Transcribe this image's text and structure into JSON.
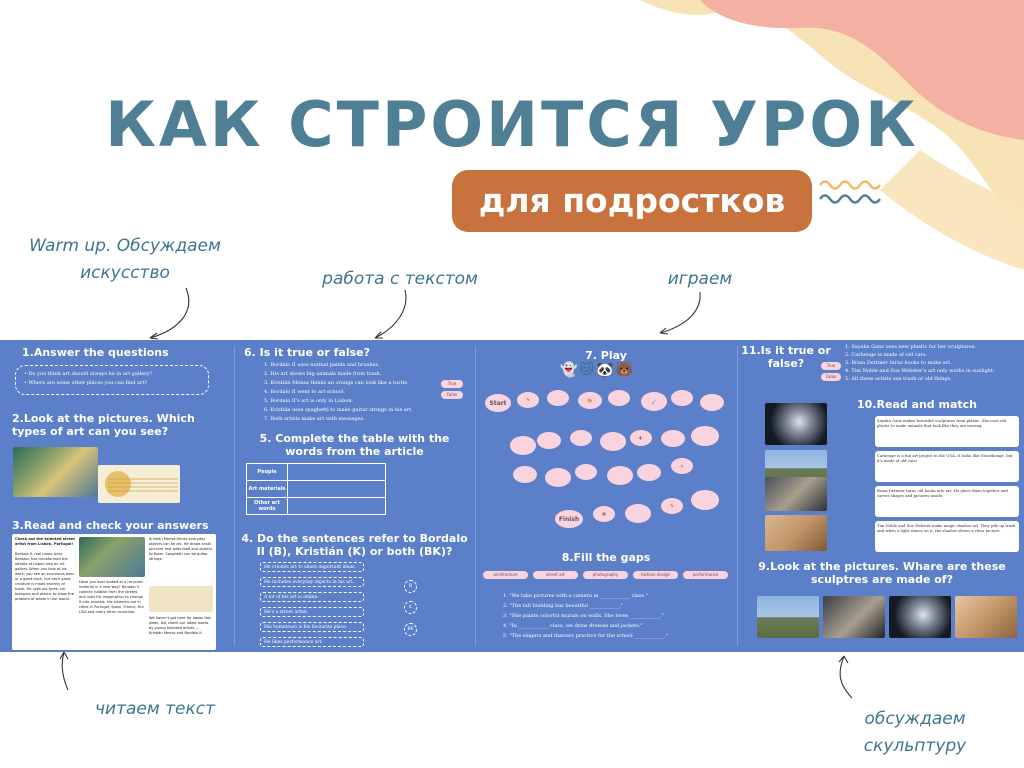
{
  "title": "КАК СТРОИТСЯ УРОК",
  "subtitle": "для подростков",
  "annotations": {
    "warmup": "Warm up. Обсуждаем искусство",
    "text_work": "работа с текстом",
    "play": "играем",
    "reading": "читаем текст",
    "sculpture": "обсуждаем скульптуру"
  },
  "board": {
    "s1": {
      "heading": "1.Answer the questions",
      "q1": "Do you think art should always be in art gallery?",
      "q2": "Where are some other places you can find art?"
    },
    "s2": {
      "heading": "2.Look at the pictures. Which types of art can you see?"
    },
    "s3": {
      "heading": "3.Read and check your answers",
      "article_title": "Check out the talented street artist from Lisbon, Portugal!",
      "col1": "Bordalo II, real name Artur Bordalo, has transformed the streets of Lisbon into an art gallery. When you look at his work, you see an enormous bear or a giant duck, but each giant creature is made entirely of trash. He uses old tyres, car bumpers and plastic to show the problem of waste in our world.",
      "col2": "Have you ever looked at a recycled material in a new way? Bordalo II collects rubbish from the streets and uses his imagination to change it into animals. His artworks are in cities in Portugal, Spain, France, the USA and many other countries.",
      "col3": "Kristián Mensa thinks everyday objects can be art. He draws small pictures and adds food and objects to them. Spaghetti can be guitar strings!",
      "col4": "We haven't got time for boxes this week, but check our latest works by young talented artists — Kristián Mensa and Bordalo II."
    },
    "s6": {
      "heading": "6. Is it true or false?",
      "items": [
        "Bordalo II uses normal paints and brushes.",
        "His art shows big animals made from trash.",
        "Kristián Mensa thinks an orange can look like a turtle.",
        "Bordalo II went to art school.",
        "Bordalo II's art is only in Lisbon.",
        "Kristián uses spaghetti to make guitar strings in his art.",
        "Both artists make art with messages."
      ],
      "chips": [
        "True",
        "False"
      ]
    },
    "s5": {
      "heading": "5. Complete the table with the words from the article",
      "rows": [
        "People",
        "Art materials",
        "Other art words"
      ]
    },
    "s4": {
      "heading": "4. Do the sentences refer to Bordalo II (B), Kristián (K) or both (BK)?",
      "items": [
        "He creates art to share important ideas.",
        "He includes everyday objects in his art.",
        "A lot of his art is online.",
        "He's a street artist.",
        "His hometown is his favourite place.",
        "He likes performance art."
      ],
      "options": [
        "B",
        "K",
        "BK"
      ]
    },
    "s7": {
      "heading": "7. Play",
      "start": "Start",
      "finish": "Finish",
      "emojis": [
        "👻",
        "🐱",
        "🐼",
        "🐻"
      ]
    },
    "s8": {
      "heading": "8.Fill the gaps",
      "words": [
        "architecture",
        "street art",
        "photography",
        "fashion design",
        "performance"
      ],
      "items": [
        "\"We take pictures with a camera in ____________ class.\"",
        "\"The tall building has beautiful ____________.\"",
        "\"She paints colorful murals on walls. She loves ____________.\"",
        "\"In ____________ class, we draw dresses and jackets.\"",
        "\"The singers and dancers practice for the school ____________.\""
      ]
    },
    "s11": {
      "heading": "11.Is it true or false?",
      "items": [
        "Sayaka Ganz uses new plastic for her sculptures.",
        "Carhenge is made of old cars.",
        "Brian Dettmer turns books to make art.",
        "Tim Noble and Sue Webster's art only works in sunlight.",
        "All these artists use trash or old things."
      ]
    },
    "s10": {
      "heading": "10.Read and match",
      "texts": [
        "Sayaka Ganz makes beautiful sculptures from plastic. She uses old plastic to make animals that look like they are moving.",
        "Carhenge is a fun art project in the USA. It looks like Stonehenge, but it's made of old cars!",
        "Brian Dettmer turns old books into art. He glues them together and carves shapes and pictures inside.",
        "Tim Noble and Sue Webster make magic shadow art. They pile up trash and when a light shines on it, the shadow shows a clear picture."
      ]
    },
    "s9": {
      "heading": "9.Look at the pictures. Whare are these sculptres are made of?"
    }
  },
  "colors": {
    "board": "#5c7fc9",
    "accent_pill": "#c8733e",
    "title": "#4f7f95",
    "pink_chip": "#f9d3dd",
    "peach_blob": "#f4b0a2",
    "yellow_blob": "#f8e3b7"
  }
}
